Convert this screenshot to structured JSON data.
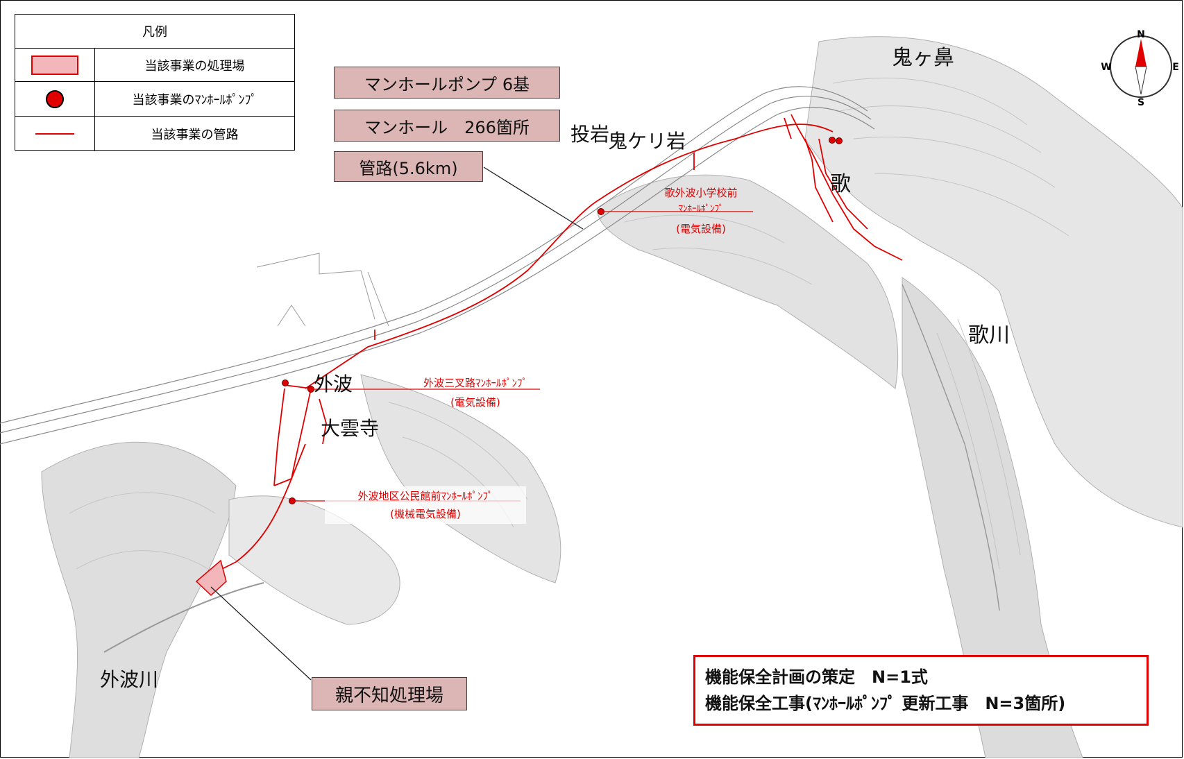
{
  "legend": {
    "title": "凡例",
    "items": [
      {
        "symbol": "treatment-plant-swatch",
        "label": "当該事業の処理場"
      },
      {
        "symbol": "manhole-pump-dot",
        "label": "当該事業のﾏﾝﾎｰﾙﾎﾟﾝﾌﾟ"
      },
      {
        "symbol": "pipe-line",
        "label": "当該事業の管路"
      }
    ]
  },
  "stats": {
    "pumps": "マンホールポンプ 6基",
    "manholes": "マンホール　266箇所",
    "pipes": "管路(5.6km)"
  },
  "places": {
    "onigahana": "鬼ヶ鼻",
    "nageiwa": "投岩",
    "onikeriiwa": "鬼ケリ岩",
    "uta": "歌",
    "utagawa": "歌川",
    "tonami": "外波",
    "daiunji": "大雲寺",
    "tonamigawa": "外波川"
  },
  "pumps": {
    "uta_school_name": "歌外波小学校前",
    "uta_school_type": "ﾏﾝﾎｰﾙﾎﾟﾝﾌﾟ",
    "uta_school_equipment": "(電気設備)",
    "sanjaro_name": "外波三叉路ﾏﾝﾎｰﾙﾎﾟﾝﾌﾟ",
    "sanjaro_equipment": "(電気設備)",
    "community_name": "外波地区公民館前ﾏﾝﾎｰﾙﾎﾟﾝﾌﾟ",
    "community_equipment": "(機械電気設備)"
  },
  "plant": {
    "name": "親不知処理場"
  },
  "summary": {
    "line1": "機能保全計画の策定　N=1式",
    "line2": "機能保全工事(ﾏﾝﾎｰﾙﾎﾟﾝﾌﾟ 更新工事　N=3箇所)"
  },
  "compass": {
    "n": "N",
    "s": "S",
    "e": "E",
    "w": "W"
  },
  "colors": {
    "pipe": "#e00000",
    "plant_fill": "#f3b7bb",
    "label_box": "#dcb5b5",
    "terrain": "#a8a8a8"
  }
}
